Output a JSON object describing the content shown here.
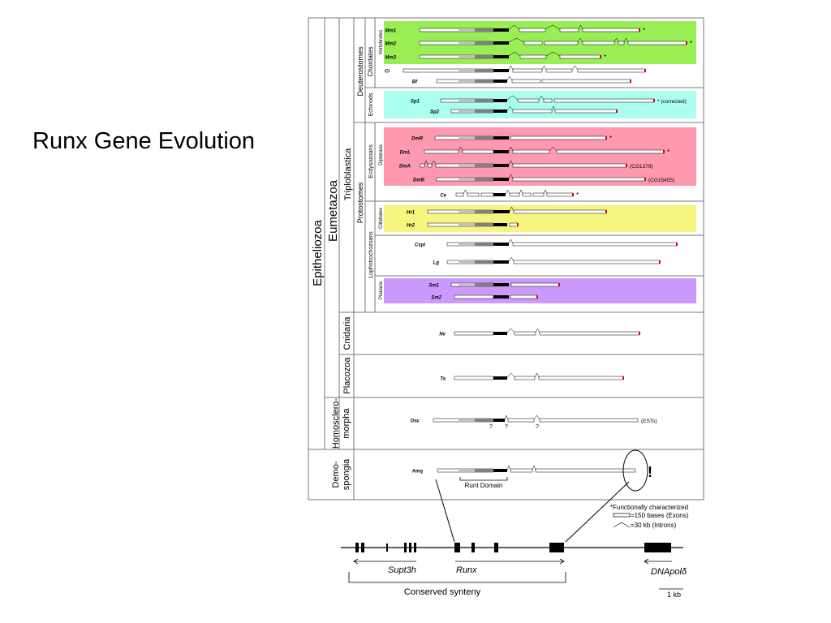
{
  "slide": {
    "title": "Runx Gene Evolution"
  },
  "clades": {
    "epitheliozoa": "Epitheliozoa",
    "eumetazoa": "Eumetazoa",
    "triploblastica": "Triploblastica",
    "deuterostomes": "Deuterostomes",
    "protostomes": "Protostomes",
    "chordates": "Chordates",
    "vertebrates": "Vertebrates",
    "echinods": "Echinods",
    "ecdysozoans": "Ecdysozoans",
    "dipterans": "Dipterans",
    "lophotrochozoans": "Lophotrochozoans",
    "clitellates": "Clitellates",
    "planaria": "Planaria",
    "cnidaria": "Cnidaria",
    "placozoa": "Placozoa",
    "homoscleromorpha": [
      "Homosclero-",
      "morpha"
    ],
    "demospongia": [
      "Demo-",
      "spongia"
    ]
  },
  "genes": [
    {
      "label": "Mm1",
      "suffix": "*"
    },
    {
      "label": "Mm2",
      "suffix": "*"
    },
    {
      "label": "Mm3",
      "suffix": "*"
    },
    {
      "label": "Ci",
      "suffix": ""
    },
    {
      "label": "Bf",
      "suffix": ""
    },
    {
      "label": "Sp1",
      "suffix": "* (corrected)"
    },
    {
      "label": "Sp2",
      "suffix": ""
    },
    {
      "label": "DmR",
      "suffix": "*"
    },
    {
      "label": "DmL",
      "suffix": "*"
    },
    {
      "label": "DmA",
      "suffix": "(CG1379)"
    },
    {
      "label": "DmB",
      "suffix": "(CG15455)"
    },
    {
      "label": "Ce",
      "suffix": "*"
    },
    {
      "label": "Hr1",
      "suffix": ""
    },
    {
      "label": "Hr2",
      "suffix": ""
    },
    {
      "label": "CspI",
      "suffix": ""
    },
    {
      "label": "Lg",
      "suffix": ""
    },
    {
      "label": "Sm1",
      "suffix": ""
    },
    {
      "label": "Sm2",
      "suffix": ""
    },
    {
      "label": "Nv",
      "suffix": ""
    },
    {
      "label": "Ta",
      "suffix": ""
    },
    {
      "label": "Osc",
      "suffix": "(ESTs)"
    },
    {
      "label": "Amq",
      "suffix": ""
    }
  ],
  "osc_question_marks": [
    "?",
    "?",
    "?"
  ],
  "runt_domain_label": "Runt Domain",
  "exclamation": "!",
  "legend": {
    "note": "*Functionally characterized",
    "exons": "=150 bases (Exons)",
    "introns": "=30 kb (Introns)"
  },
  "synteny": {
    "supt3h": "Supt3h",
    "runx": "Runx",
    "dnapol": "DNApolδ",
    "conserved": "Conserved synteny",
    "scale": "1 kb"
  },
  "colors": {
    "vertebrates": "#99ee55",
    "echinods": "#aafff0",
    "dipterans": "#ff99b0",
    "clitellates": "#f5f580",
    "planaria": "#cc99ff",
    "gene_end_mark": "#dd0000",
    "runt_dark": "#000000",
    "runt_mid": "#808080",
    "runt_light": "#c0c0c0"
  }
}
